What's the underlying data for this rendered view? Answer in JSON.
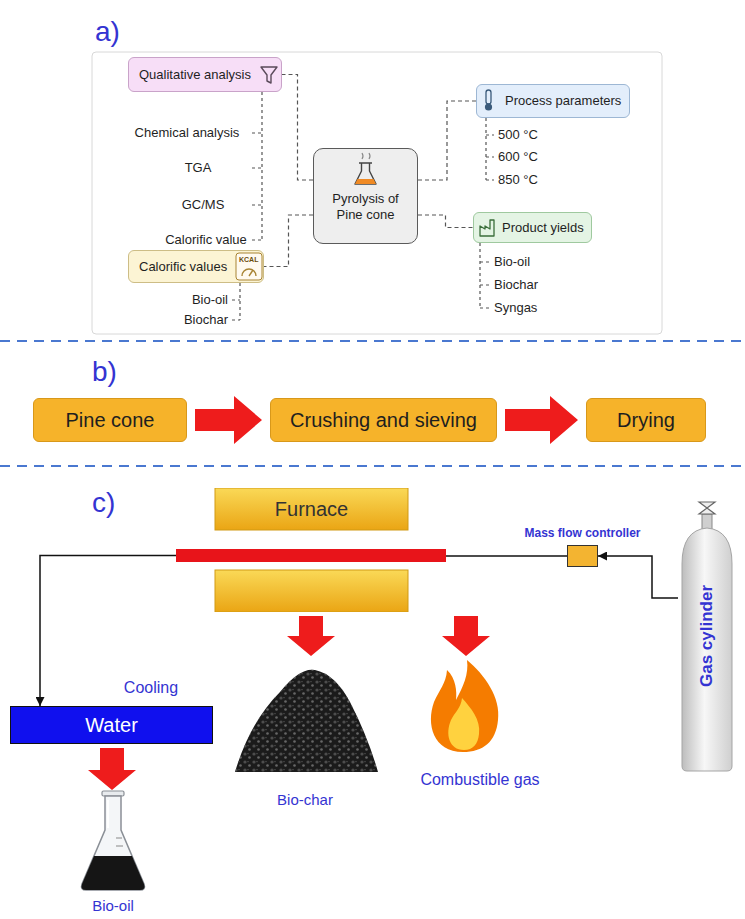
{
  "diagram": {
    "nodes": [
      {
        "text": [
          "Qualitative analysis"
        ]
      },
      {
        "text": [
          "Process parameters"
        ]
      },
      {
        "text": [
          "Pyrolysis of Pine cone"
        ]
      },
      {
        "text": [
          "Product yields"
        ]
      },
      {
        "text": [
          "Calorific values",
          "KCAL"
        ]
      },
      {
        "text": [
          "Pine cone"
        ]
      },
      {
        "text": [
          "Crushing and sieving"
        ]
      },
      {
        "text": [
          "Drying"
        ]
      },
      {
        "text": [
          "Furnace"
        ]
      },
      {
        "text": [
          "Mass flow controller"
        ]
      },
      {
        "text": [
          "Gas cylinder"
        ]
      },
      {
        "text": [
          "Water"
        ]
      }
    ],
    "edges": [
      {
        "from": 2,
        "to": 0,
        "arrow": "none"
      },
      {
        "from": 2,
        "to": 1,
        "arrow": "none"
      },
      {
        "from": 2,
        "to": 3,
        "arrow": "none"
      },
      {
        "from": 2,
        "to": 4,
        "arrow": "none"
      },
      {
        "from": 5,
        "to": 6,
        "arrow": "to"
      },
      {
        "from": 6,
        "to": 7,
        "arrow": "to"
      },
      {
        "from": 10,
        "to": 9,
        "arrow": "to"
      },
      {
        "from": 9,
        "to": 8,
        "arrow": "none"
      },
      {
        "from": 8,
        "to": 11,
        "arrow": "to",
        "label": "Cooling"
      }
    ],
    "labels": [
      "a)",
      "Chemical analysis",
      "TGA",
      "GC/MS",
      "Calorific value",
      "500 °C",
      "600 °C",
      "850 °C",
      "Bio-oil",
      "Biochar",
      "Syngas",
      "Bio-oil",
      "Biochar",
      "b)",
      "c)",
      "Bio-char",
      "Combustible gas",
      "Bio-oil"
    ]
  }
}
